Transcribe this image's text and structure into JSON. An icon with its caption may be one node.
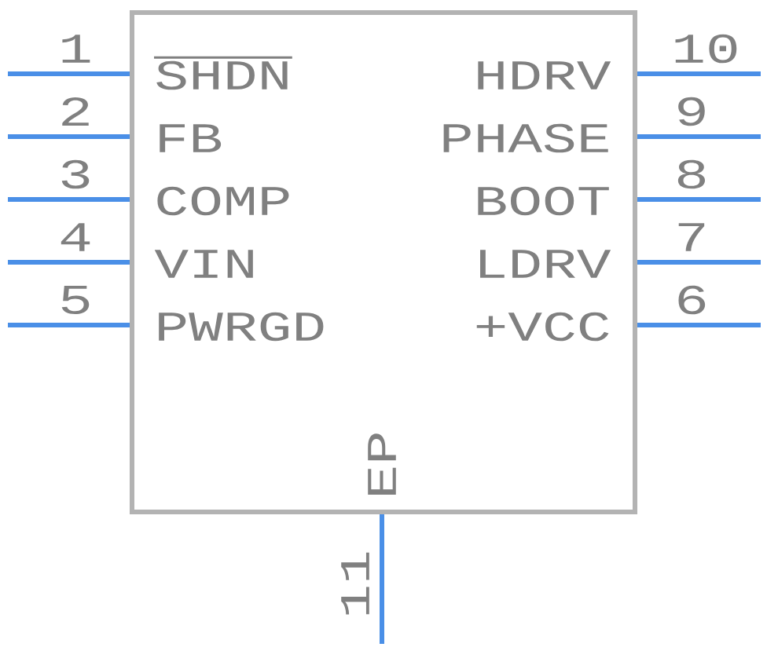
{
  "diagram": {
    "nodes": [
      {
        "text": [
          "SHDN",
          "FB",
          "COMP",
          "VIN",
          "PWRGD",
          "HDRV",
          "PHASE",
          "BOOT",
          "LDRV",
          "+VCC",
          "EP"
        ]
      }
    ],
    "labels": [
      "1",
      "2",
      "3",
      "4",
      "5",
      "6",
      "7",
      "8",
      "9",
      "10",
      "11"
    ]
  }
}
